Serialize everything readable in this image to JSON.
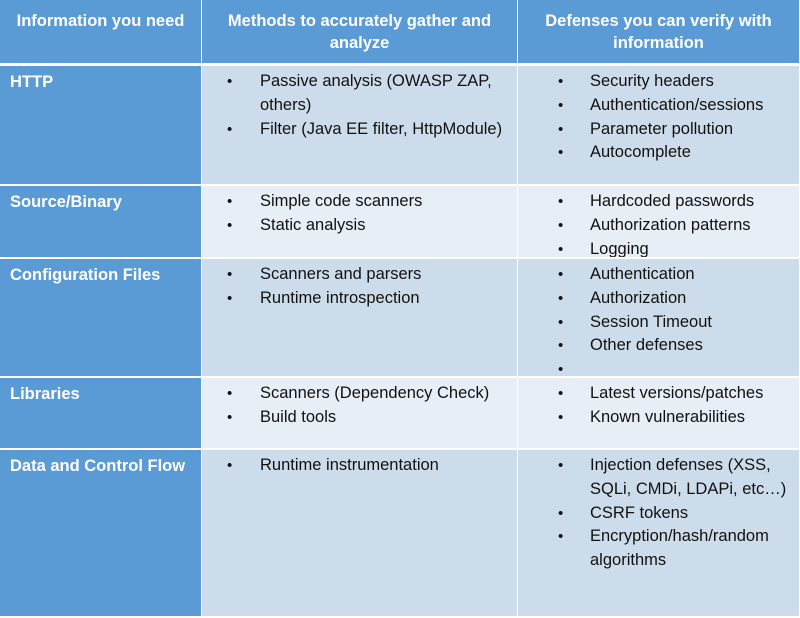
{
  "headers": [
    "Information you need",
    "Methods to accurately gather and analyze",
    "Defenses you can verify with information"
  ],
  "bullet_glyph": "•",
  "rows": [
    {
      "label": "HTTP",
      "methods": [
        "Passive analysis (OWASP ZAP, others)",
        "Filter (Java EE filter, HttpModule)"
      ],
      "defenses": [
        "Security headers",
        "Authentication/sessions",
        "Parameter pollution",
        "Autocomplete"
      ]
    },
    {
      "label": "Source/Binary",
      "methods": [
        "Simple code scanners",
        "Static analysis"
      ],
      "defenses": [
        "Hardcoded passwords",
        "Authorization patterns",
        "Logging"
      ]
    },
    {
      "label": "Configuration Files",
      "methods": [
        "Scanners and parsers",
        "Runtime introspection"
      ],
      "defenses": [
        "Authentication",
        "Authorization",
        "Session Timeout",
        "Other defenses",
        ""
      ]
    },
    {
      "label": "Libraries",
      "methods": [
        "Scanners (Dependency Check)",
        "Build tools"
      ],
      "defenses": [
        "Latest versions/patches",
        "Known vulnerabilities"
      ]
    },
    {
      "label": "Data and Control Flow",
      "methods": [
        "Runtime instrumentation"
      ],
      "defenses": [
        "Injection defenses (XSS, SQLi, CMDi, LDAPi, etc…)",
        "CSRF tokens",
        "Encryption/hash/random algorithms"
      ]
    }
  ]
}
